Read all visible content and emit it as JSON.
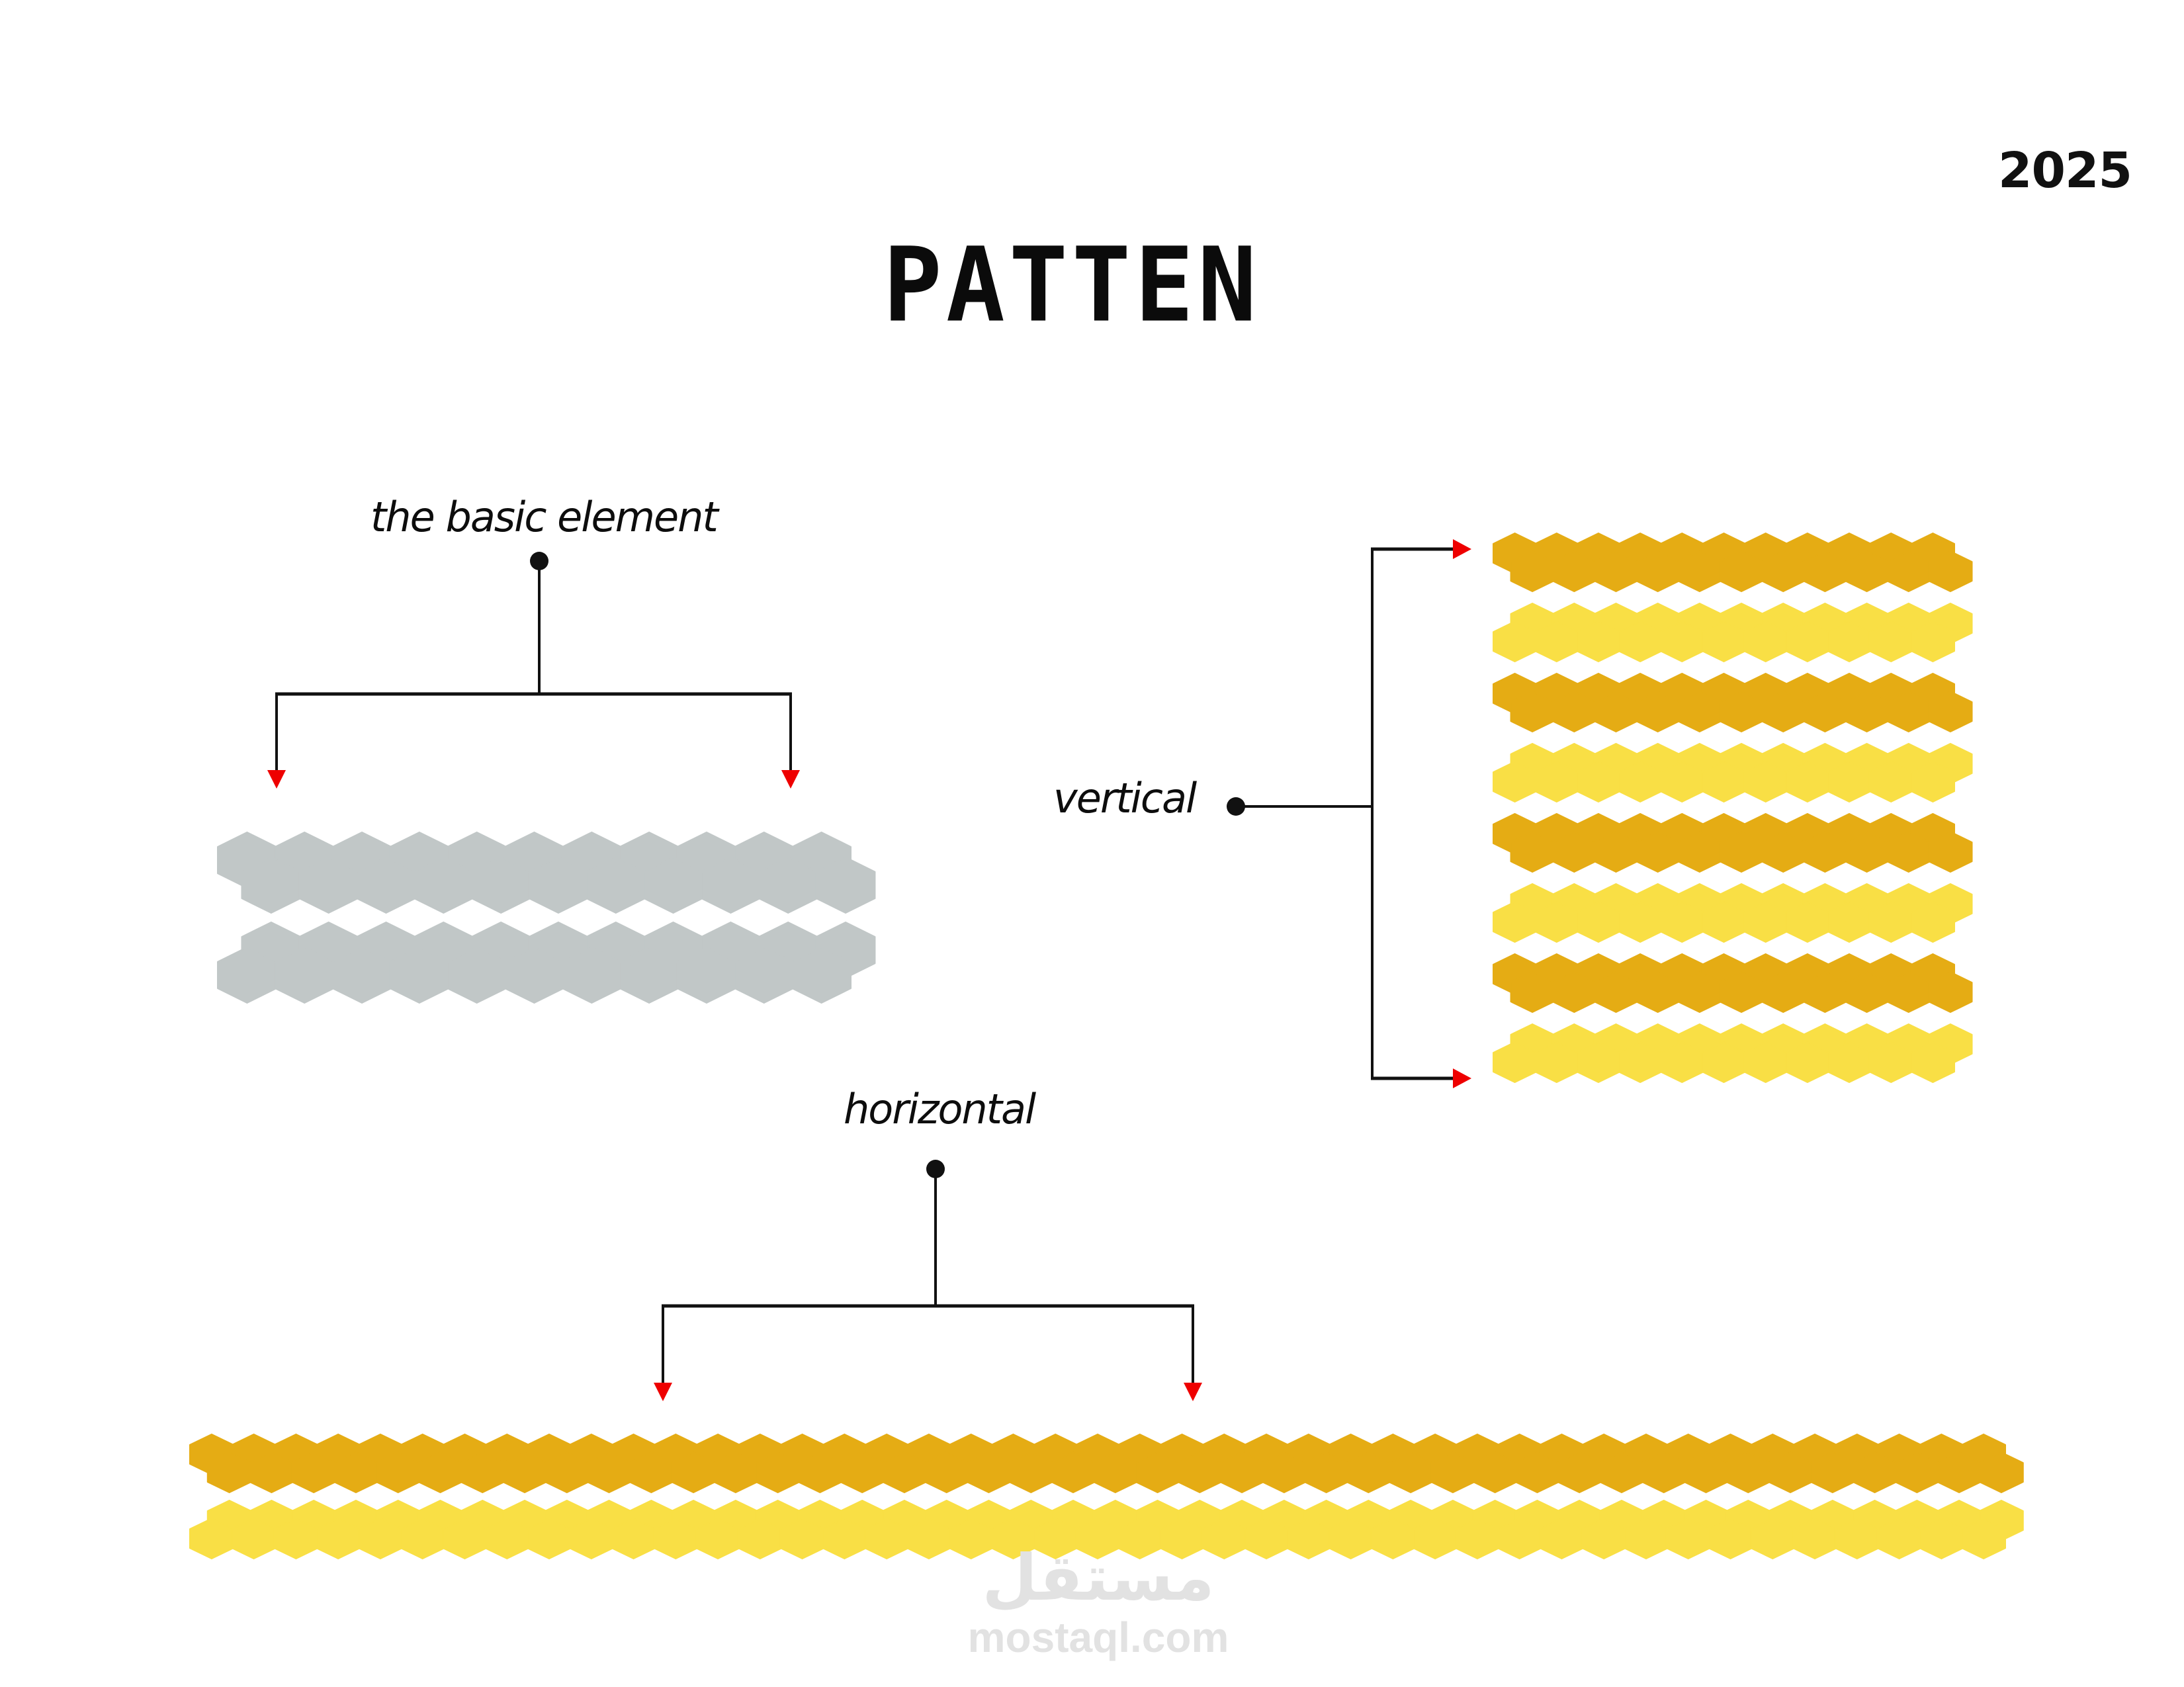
{
  "header": {
    "year": "2025",
    "title": "PATTEN"
  },
  "labels": {
    "basic_element": "the basic element",
    "vertical": "vertical",
    "horizontal": "horizontal"
  },
  "colors": {
    "background": "#ffffff",
    "line": "#111111",
    "arrow": "#ee0000",
    "basic_gray": "#c1c7c7",
    "gold": "#e5ac14",
    "yellow": "#f9df45"
  },
  "patterns": {
    "basic_element": {
      "rows": 2,
      "row_colors": [
        "basic_gray",
        "basic_gray"
      ]
    },
    "vertical": {
      "rows": 8,
      "row_colors": [
        "gold",
        "yellow",
        "gold",
        "yellow",
        "gold",
        "yellow",
        "gold",
        "yellow"
      ]
    },
    "horizontal": {
      "rows": 2,
      "row_colors": [
        "gold",
        "yellow"
      ]
    }
  },
  "watermark": {
    "arabic": "مستقل",
    "latin": "mostaql.com"
  }
}
